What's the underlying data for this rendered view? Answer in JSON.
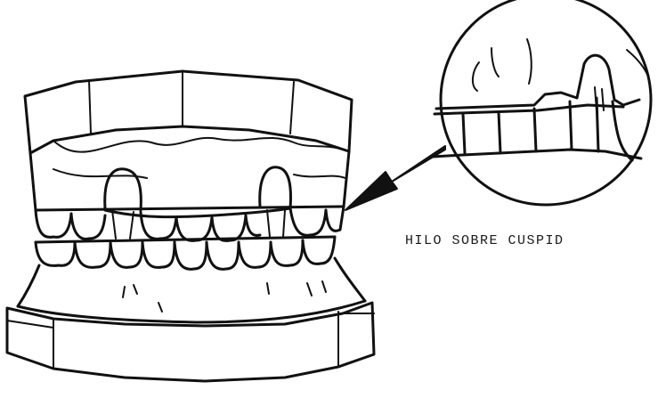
{
  "figure": {
    "caption": "HILO SOBRE CUSPID",
    "ink_color": "#111111",
    "background_color": "#ffffff",
    "parts": {
      "model": "dental-cast-model",
      "detail": "magnified-cuspid-detail",
      "pointer": "arrow"
    }
  }
}
